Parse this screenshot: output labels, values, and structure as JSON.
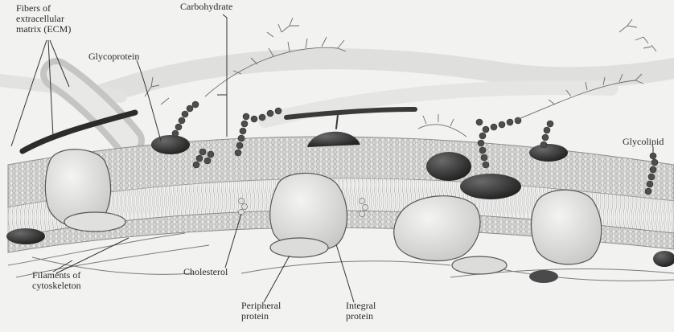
{
  "labels": {
    "fibers_ecm": "Fibers of\nextracellular\nmatrix (ECM)",
    "carbohydrate": "Carbohydrate",
    "glycoprotein": "Glycoprotein",
    "glycolipid": "Glycolipid",
    "filaments_cytoskeleton": "Filaments of\ncytoskeleton",
    "cholesterol": "Cholesterol",
    "peripheral_protein": "Peripheral\nprotein",
    "integral_protein": "Integral\nprotein"
  },
  "colors": {
    "background": "#f2f2f0",
    "membrane_top": "#e2e2e0",
    "head_fill": "#d9d9d7",
    "protein_fill": "#e6e6e4",
    "dark_protein": "#3a3a3a",
    "line": "#333333",
    "text": "#2a2a2a"
  }
}
